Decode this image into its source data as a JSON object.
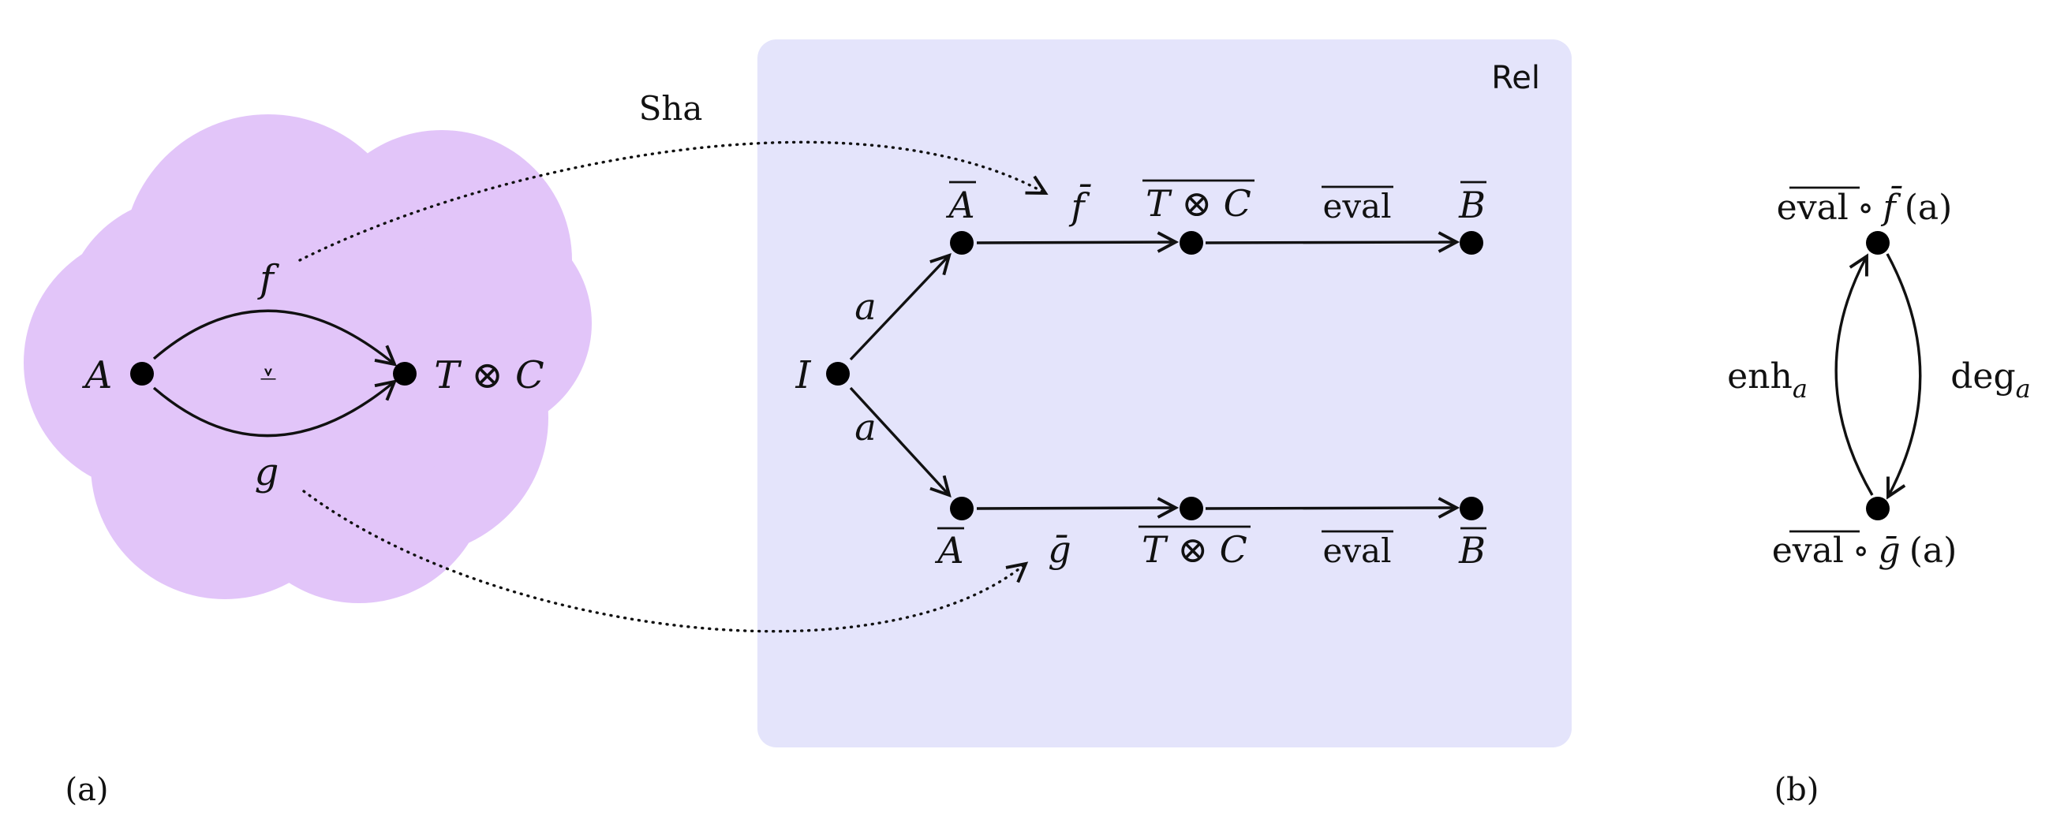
{
  "colors": {
    "cloud": "#e2c5f9",
    "rel_box": "#e4e4fb",
    "ink": "#111111"
  },
  "panel_a": {
    "caption": "(a)",
    "left_object": "A",
    "right_object": "T ⊗ C",
    "upper_morphism": "f",
    "lower_morphism": "g",
    "comparison_glyph": "⩡",
    "functor_label": "Sha",
    "category_label": "Rel",
    "rel_diagram": {
      "source": "I",
      "upper_edge": "a",
      "lower_edge": "a",
      "upper_row": [
        "A",
        "T ⊗ C",
        "B"
      ],
      "lower_row": [
        "A",
        "T ⊗ C",
        "B"
      ],
      "upper_map1": "f̄",
      "lower_map1": "ḡ",
      "upper_map2": "eval",
      "lower_map2": "eval"
    }
  },
  "panel_b": {
    "caption": "(b)",
    "top_label": {
      "bar": "eval",
      "op": "∘",
      "fn": "f̄",
      "arg": "(a)"
    },
    "bottom_label": {
      "bar": "eval",
      "op": "∘",
      "fn": "ḡ",
      "arg": "(a)"
    },
    "left_arrow": {
      "base": "enh",
      "sub": "a"
    },
    "right_arrow": {
      "base": "deg",
      "sub": "a"
    }
  }
}
